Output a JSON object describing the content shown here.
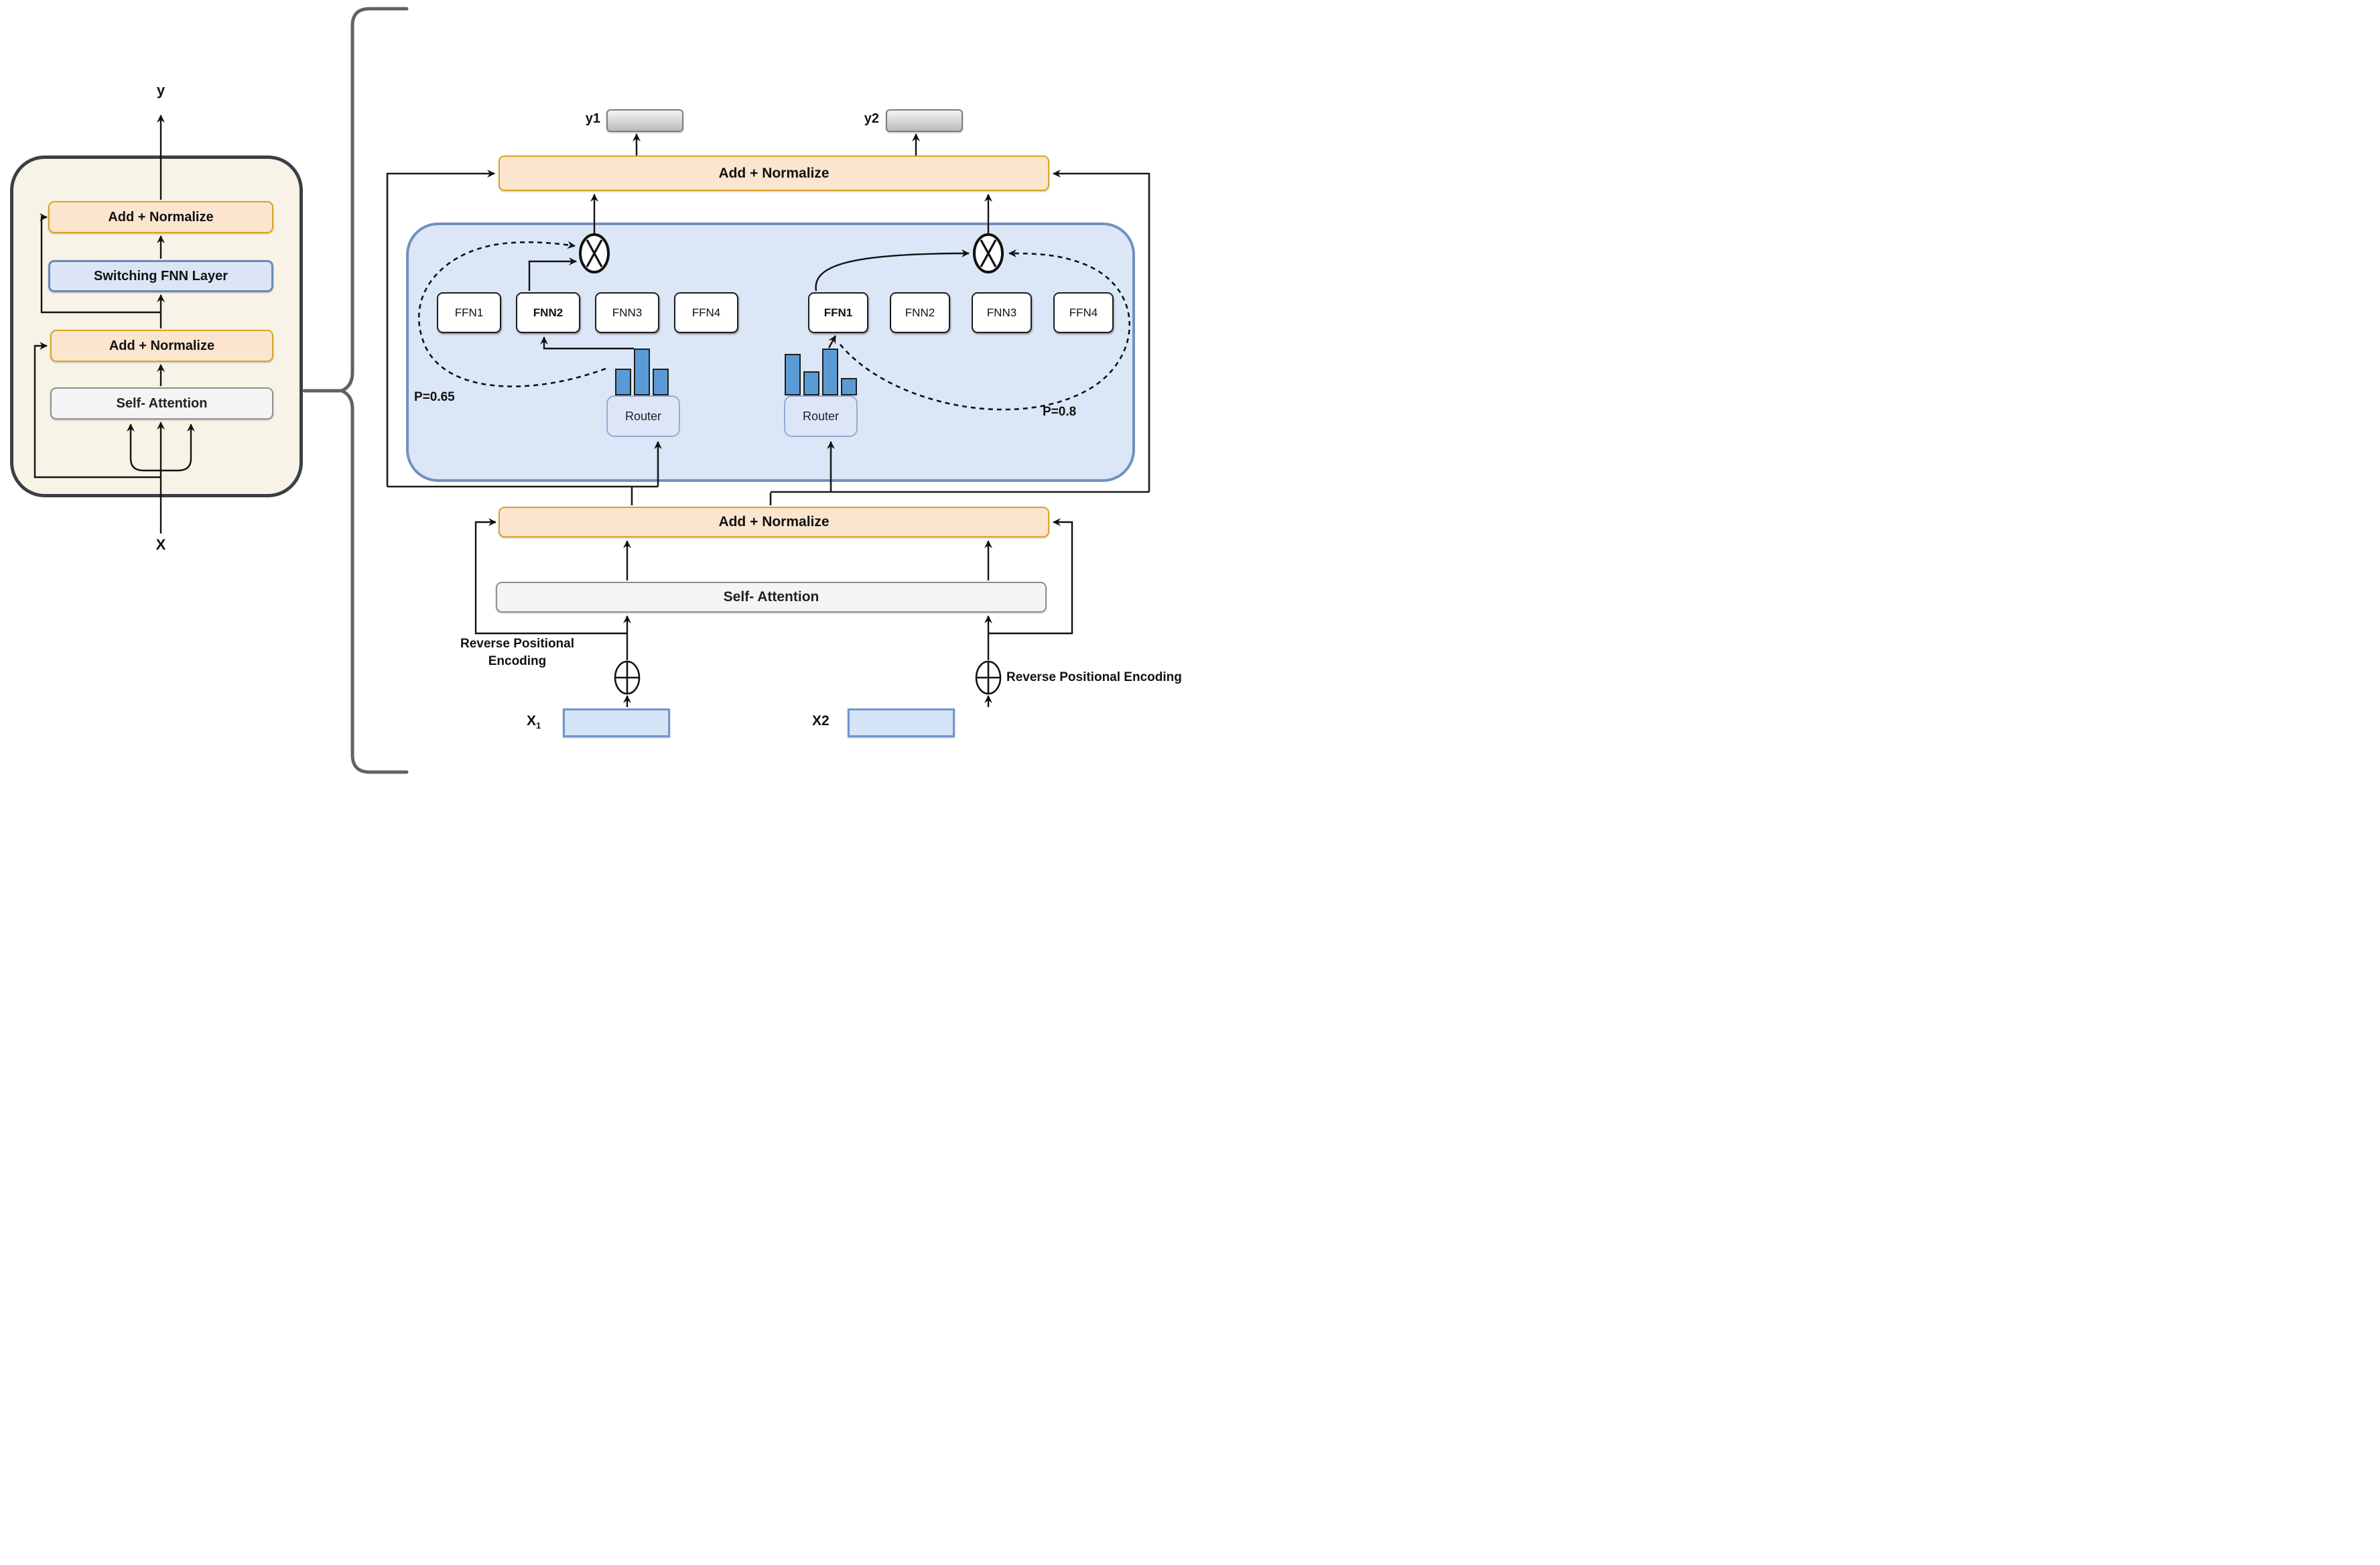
{
  "colors": {
    "add_normalize_fill": "#fce5cf",
    "add_normalize_border": "#d8a625",
    "switching_fill": "#dbe5f6",
    "moe_box_fill": "#dbe7f7",
    "moe_box_border": "#7191be",
    "bar_fill": "#5b9bd5",
    "brace_gray": "#5f6368",
    "cream_fill": "#f7f3e6"
  },
  "left_panel": {
    "output_label": "y",
    "input_label": "X",
    "add_normalize_top": "Add + Normalize",
    "switching_layer": "Switching FNN Layer",
    "add_normalize_bottom": "Add + Normalize",
    "self_attention": "Self- Attention"
  },
  "right_panel": {
    "outputs": {
      "y1": "y1",
      "y2": "y2"
    },
    "add_normalize_top": "Add + Normalize",
    "moe": {
      "experts_left": [
        "FFN1",
        "FNN2",
        "FNN3",
        "FFN4"
      ],
      "experts_right": [
        "FFN1",
        "FNN2",
        "FNN3",
        "FFN4"
      ],
      "selected_expert_left": "FNN2",
      "selected_expert_right": "FFN1",
      "prob_left": "P=0.65",
      "prob_right": "P=0.8",
      "router_left": {
        "label": "Router",
        "bars": [
          40,
          70,
          40
        ]
      },
      "router_right": {
        "label": "Router",
        "bars": [
          62,
          36,
          70,
          26
        ]
      }
    },
    "add_normalize_bottom": "Add + Normalize",
    "self_attention": "Self- Attention",
    "pos_enc_left_line1": "Reverse Positional",
    "pos_enc_left_line2": "Encoding",
    "pos_enc_right": "Reverse Positional Encoding",
    "inputs": {
      "x1_base": "X",
      "x1_sub": "1",
      "x2": "X2"
    }
  }
}
